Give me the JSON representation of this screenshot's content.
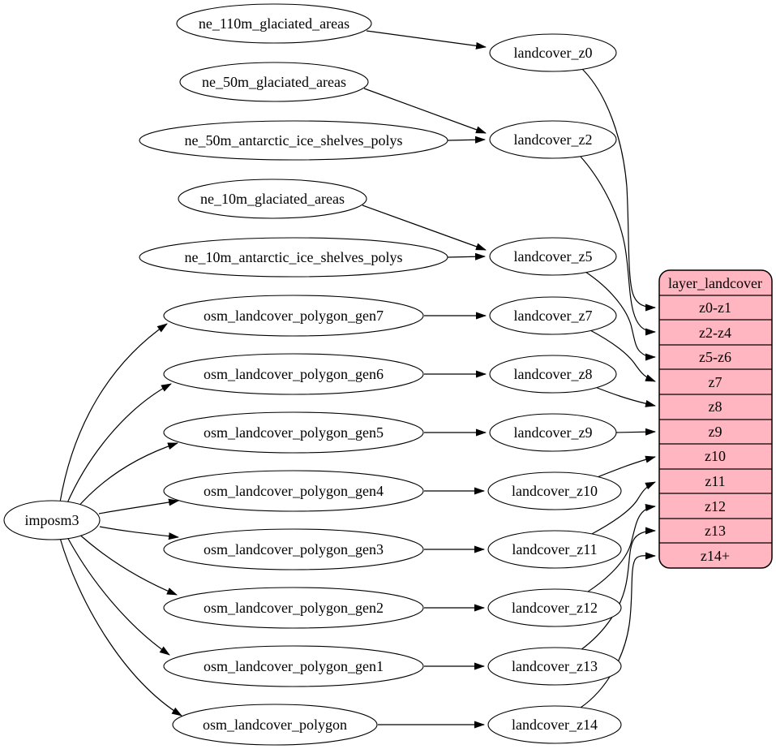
{
  "nodes": {
    "imposm3": "imposm3",
    "ne_110m_glaciated_areas": "ne_110m_glaciated_areas",
    "ne_50m_glaciated_areas": "ne_50m_glaciated_areas",
    "ne_50m_antarctic_ice_shelves_polys": "ne_50m_antarctic_ice_shelves_polys",
    "ne_10m_glaciated_areas": "ne_10m_glaciated_areas",
    "ne_10m_antarctic_ice_shelves_polys": "ne_10m_antarctic_ice_shelves_polys",
    "osm_landcover_polygon_gen7": "osm_landcover_polygon_gen7",
    "osm_landcover_polygon_gen6": "osm_landcover_polygon_gen6",
    "osm_landcover_polygon_gen5": "osm_landcover_polygon_gen5",
    "osm_landcover_polygon_gen4": "osm_landcover_polygon_gen4",
    "osm_landcover_polygon_gen3": "osm_landcover_polygon_gen3",
    "osm_landcover_polygon_gen2": "osm_landcover_polygon_gen2",
    "osm_landcover_polygon_gen1": "osm_landcover_polygon_gen1",
    "osm_landcover_polygon": "osm_landcover_polygon",
    "landcover_z0": "landcover_z0",
    "landcover_z2": "landcover_z2",
    "landcover_z5": "landcover_z5",
    "landcover_z7": "landcover_z7",
    "landcover_z8": "landcover_z8",
    "landcover_z9": "landcover_z9",
    "landcover_z10": "landcover_z10",
    "landcover_z11": "landcover_z11",
    "landcover_z12": "landcover_z12",
    "landcover_z13": "landcover_z13",
    "landcover_z14": "landcover_z14"
  },
  "table": {
    "title": "layer_landcover",
    "rows": [
      "z0-z1",
      "z2-z4",
      "z5-z6",
      "z7",
      "z8",
      "z9",
      "z10",
      "z11",
      "z12",
      "z13",
      "z14+"
    ]
  },
  "edges": [
    {
      "from": "imposm3",
      "to": "osm_landcover_polygon_gen7"
    },
    {
      "from": "imposm3",
      "to": "osm_landcover_polygon_gen6"
    },
    {
      "from": "imposm3",
      "to": "osm_landcover_polygon_gen5"
    },
    {
      "from": "imposm3",
      "to": "osm_landcover_polygon_gen4"
    },
    {
      "from": "imposm3",
      "to": "osm_landcover_polygon_gen3"
    },
    {
      "from": "imposm3",
      "to": "osm_landcover_polygon_gen2"
    },
    {
      "from": "imposm3",
      "to": "osm_landcover_polygon_gen1"
    },
    {
      "from": "imposm3",
      "to": "osm_landcover_polygon"
    },
    {
      "from": "ne_110m_glaciated_areas",
      "to": "landcover_z0"
    },
    {
      "from": "ne_50m_glaciated_areas",
      "to": "landcover_z2"
    },
    {
      "from": "ne_50m_antarctic_ice_shelves_polys",
      "to": "landcover_z2"
    },
    {
      "from": "ne_10m_glaciated_areas",
      "to": "landcover_z5"
    },
    {
      "from": "ne_10m_antarctic_ice_shelves_polys",
      "to": "landcover_z5"
    },
    {
      "from": "osm_landcover_polygon_gen7",
      "to": "landcover_z7"
    },
    {
      "from": "osm_landcover_polygon_gen6",
      "to": "landcover_z8"
    },
    {
      "from": "osm_landcover_polygon_gen5",
      "to": "landcover_z9"
    },
    {
      "from": "osm_landcover_polygon_gen4",
      "to": "landcover_z10"
    },
    {
      "from": "osm_landcover_polygon_gen3",
      "to": "landcover_z11"
    },
    {
      "from": "osm_landcover_polygon_gen2",
      "to": "landcover_z12"
    },
    {
      "from": "osm_landcover_polygon_gen1",
      "to": "landcover_z13"
    },
    {
      "from": "osm_landcover_polygon",
      "to": "landcover_z14"
    },
    {
      "from": "landcover_z0",
      "to": "layer_landcover:z0-z1"
    },
    {
      "from": "landcover_z2",
      "to": "layer_landcover:z2-z4"
    },
    {
      "from": "landcover_z5",
      "to": "layer_landcover:z5-z6"
    },
    {
      "from": "landcover_z7",
      "to": "layer_landcover:z7"
    },
    {
      "from": "landcover_z8",
      "to": "layer_landcover:z8"
    },
    {
      "from": "landcover_z9",
      "to": "layer_landcover:z9"
    },
    {
      "from": "landcover_z10",
      "to": "layer_landcover:z10"
    },
    {
      "from": "landcover_z11",
      "to": "layer_landcover:z11"
    },
    {
      "from": "landcover_z12",
      "to": "layer_landcover:z12"
    },
    {
      "from": "landcover_z13",
      "to": "layer_landcover:z13"
    },
    {
      "from": "landcover_z14",
      "to": "layer_landcover:z14+"
    }
  ],
  "colors": {
    "background": "#ffffff",
    "node_fill": "#ffffff",
    "table_fill": "#ffb6c1",
    "stroke": "#000000",
    "text": "#000000"
  }
}
